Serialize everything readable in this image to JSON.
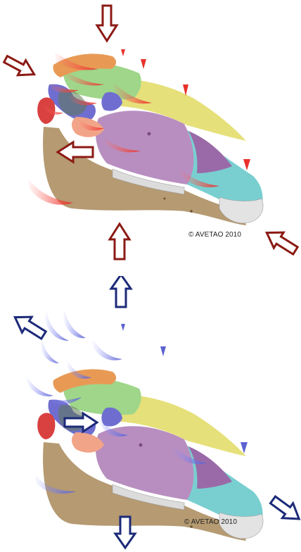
{
  "panels": [
    {
      "id": "compressive",
      "copyright": "© AVETAO 2010",
      "arrow_color": "#8b1a14",
      "force_color": "#e8312a"
    },
    {
      "id": "tensile",
      "copyright": "© AVETAO 2010",
      "arrow_color": "#1c2a78",
      "force_color": "#6c72d8"
    }
  ],
  "bone_colors": {
    "mandible": "#b59a72",
    "maxilla": "#b88ec0",
    "incisive": "#79cfd0",
    "nasal": "#e6e07a",
    "frontal": "#9fd68a",
    "parietal": "#e89a55",
    "zygomatic": "#6f6ed0",
    "occipital": "#d94040",
    "lacrimal": "#f2a488",
    "teeth": "#dcdcdc"
  }
}
